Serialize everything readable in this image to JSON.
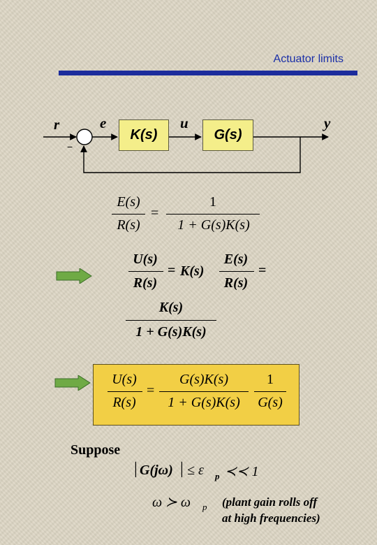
{
  "slide": {
    "title": "Actuator limits"
  },
  "diagram": {
    "signal_r": "r",
    "signal_e": "e",
    "signal_u": "u",
    "signal_y": "y",
    "block_controller": "K(s)",
    "block_plant": "G(s)",
    "feedback_sign": "−"
  },
  "eq1": {
    "lhs_num": "E(s)",
    "lhs_den": "R(s)",
    "equals": "=",
    "rhs_num": "1",
    "rhs_den": "1 + G(s)K(s)"
  },
  "eq2": {
    "lhs_num": "U(s)",
    "lhs_den": "R(s)",
    "equals": "=",
    "mid_factor": "K(s)",
    "mid_num": "E(s)",
    "mid_den": "R(s)",
    "equals2": "=",
    "next_num": "K(s)",
    "next_den": "1 + G(s)K(s)"
  },
  "eq3": {
    "lhs_num": "U(s)",
    "lhs_den": "R(s)",
    "equals": "=",
    "rhs_num": "G(s)K(s)",
    "rhs_den": "1 + G(s)K(s)",
    "rhs2_num": "1",
    "rhs2_den": "G(s)"
  },
  "suppose": {
    "label": "Suppose",
    "cond1_left": "G(jω)",
    "cond1_right": "≤ ε",
    "cond1_sub": "p",
    "cond1_tail": "≺≺ 1",
    "cond2": "ω ≻ ω",
    "cond2_sub": "p",
    "note_line1": "(plant gain rolls off",
    "note_line2": "at high frequencies)"
  },
  "colors": {
    "title": "#1a2fa8",
    "title_bar": "#1c2c9c",
    "block_fill": "#f4ee8a",
    "result_fill": "#f2cf45",
    "arrow_fill": "#6faa45"
  },
  "icons": {
    "pointer": "right-arrow-icon"
  }
}
